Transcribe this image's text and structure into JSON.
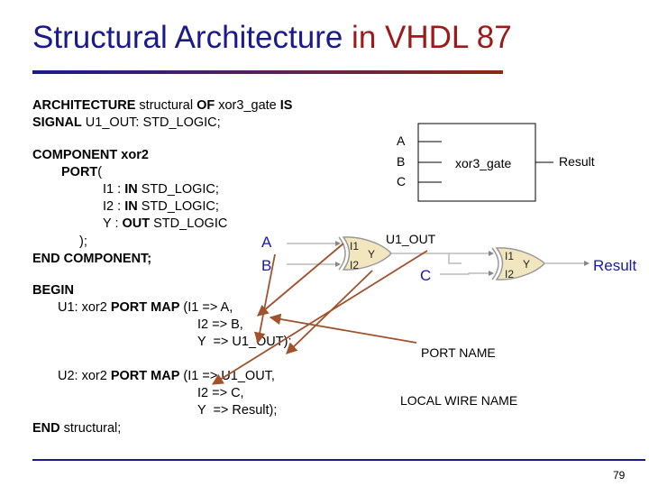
{
  "title": {
    "part1": "Structural Architecture",
    "part2": " in VHDL 87"
  },
  "code": {
    "l1": [
      "ARCHITECTURE",
      " structural ",
      "OF",
      " xor3_gate ",
      "IS"
    ],
    "l2": [
      "SIGNAL",
      " U1_OUT: STD_LOGIC;"
    ],
    "l3": [
      "COMPONENT xor2"
    ],
    "l4": [
      "PORT",
      "("
    ],
    "l5": [
      "I1 : ",
      "IN",
      " STD_LOGIC;"
    ],
    "l6": [
      "I2 : ",
      "IN",
      " STD_LOGIC;"
    ],
    "l7": [
      "Y : ",
      "OUT",
      " STD_LOGIC"
    ],
    "l8": [
      "  );"
    ],
    "l9": [
      "END COMPONENT;"
    ],
    "l10": [
      "BEGIN"
    ],
    "l11": [
      "U1: xor2 ",
      "PORT MAP",
      " (I1 => A,"
    ],
    "l12": [
      "I2 => B,"
    ],
    "l13": [
      "Y  => U1_OUT);"
    ],
    "l14": [
      "U2: xor2 ",
      "PORT MAP",
      " (I1 => U1_OUT,"
    ],
    "l15": [
      "I2 => C,"
    ],
    "l16": [
      "Y  => Result);"
    ],
    "l17": [
      "END",
      " structural;"
    ]
  },
  "block": {
    "in_a": "A",
    "in_b": "B",
    "in_c": "C",
    "name": "xor3_gate",
    "out": "Result"
  },
  "schematic": {
    "a": "A",
    "b": "B",
    "c": "C",
    "g1_i1": "I1",
    "g1_i2": "I2",
    "g1_y": "Y",
    "g2_i1": "I1",
    "g2_i2": "I2",
    "g2_y": "Y",
    "wire": "U1_OUT",
    "result": "Result"
  },
  "legend": {
    "port_name": "PORT NAME",
    "local_wire_name": "LOCAL WIRE NAME"
  },
  "page_number": "79",
  "colors": {
    "title_blue": "#1a1a8c",
    "title_red": "#9b1b1b",
    "accent_blue": "#1a1aa0",
    "arrow": "#a0522d",
    "gate_fill": "#f2e6bf"
  }
}
